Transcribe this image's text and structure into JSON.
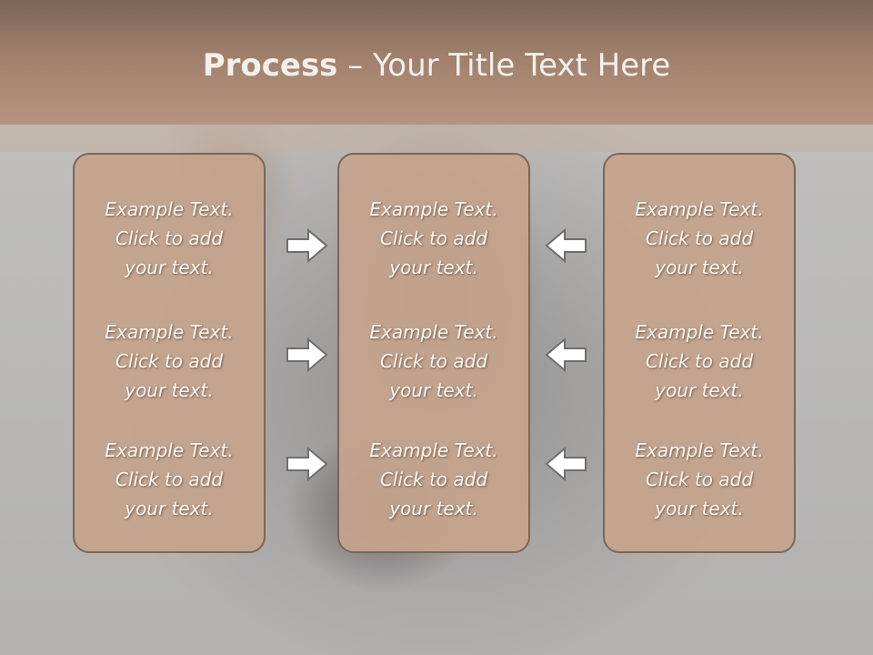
{
  "slide": {
    "title_bold": "Process",
    "title_rest": " – Your Title Text Here"
  },
  "columns": [
    {
      "items": [
        {
          "line1": "Example Text.",
          "line2": "Click  to add",
          "line3": "your text."
        },
        {
          "line1": "Example Text.",
          "line2": "Click  to add",
          "line3": "your text."
        },
        {
          "line1": "Example Text.",
          "line2": "Click  to add",
          "line3": "your text."
        }
      ]
    },
    {
      "items": [
        {
          "line1": "Example Text.",
          "line2": "Click  to add",
          "line3": "your text."
        },
        {
          "line1": "Example Text.",
          "line2": "Click  to add",
          "line3": "your text."
        },
        {
          "line1": "Example Text.",
          "line2": "Click  to add",
          "line3": "your text."
        }
      ]
    },
    {
      "items": [
        {
          "line1": "Example Text.",
          "line2": "Click  to add",
          "line3": "your text."
        },
        {
          "line1": "Example Text.",
          "line2": "Click  to add",
          "line3": "your text."
        },
        {
          "line1": "Example Text.",
          "line2": "Click  to add",
          "line3": "your text."
        }
      ]
    }
  ],
  "arrows": {
    "left_group": "arrow-right-icon",
    "right_group": "arrow-left-icon"
  },
  "colors": {
    "header": "#a0806c",
    "panel": "#c4a48d",
    "panel_border": "#7d6655",
    "text": "#fbf6f1"
  }
}
